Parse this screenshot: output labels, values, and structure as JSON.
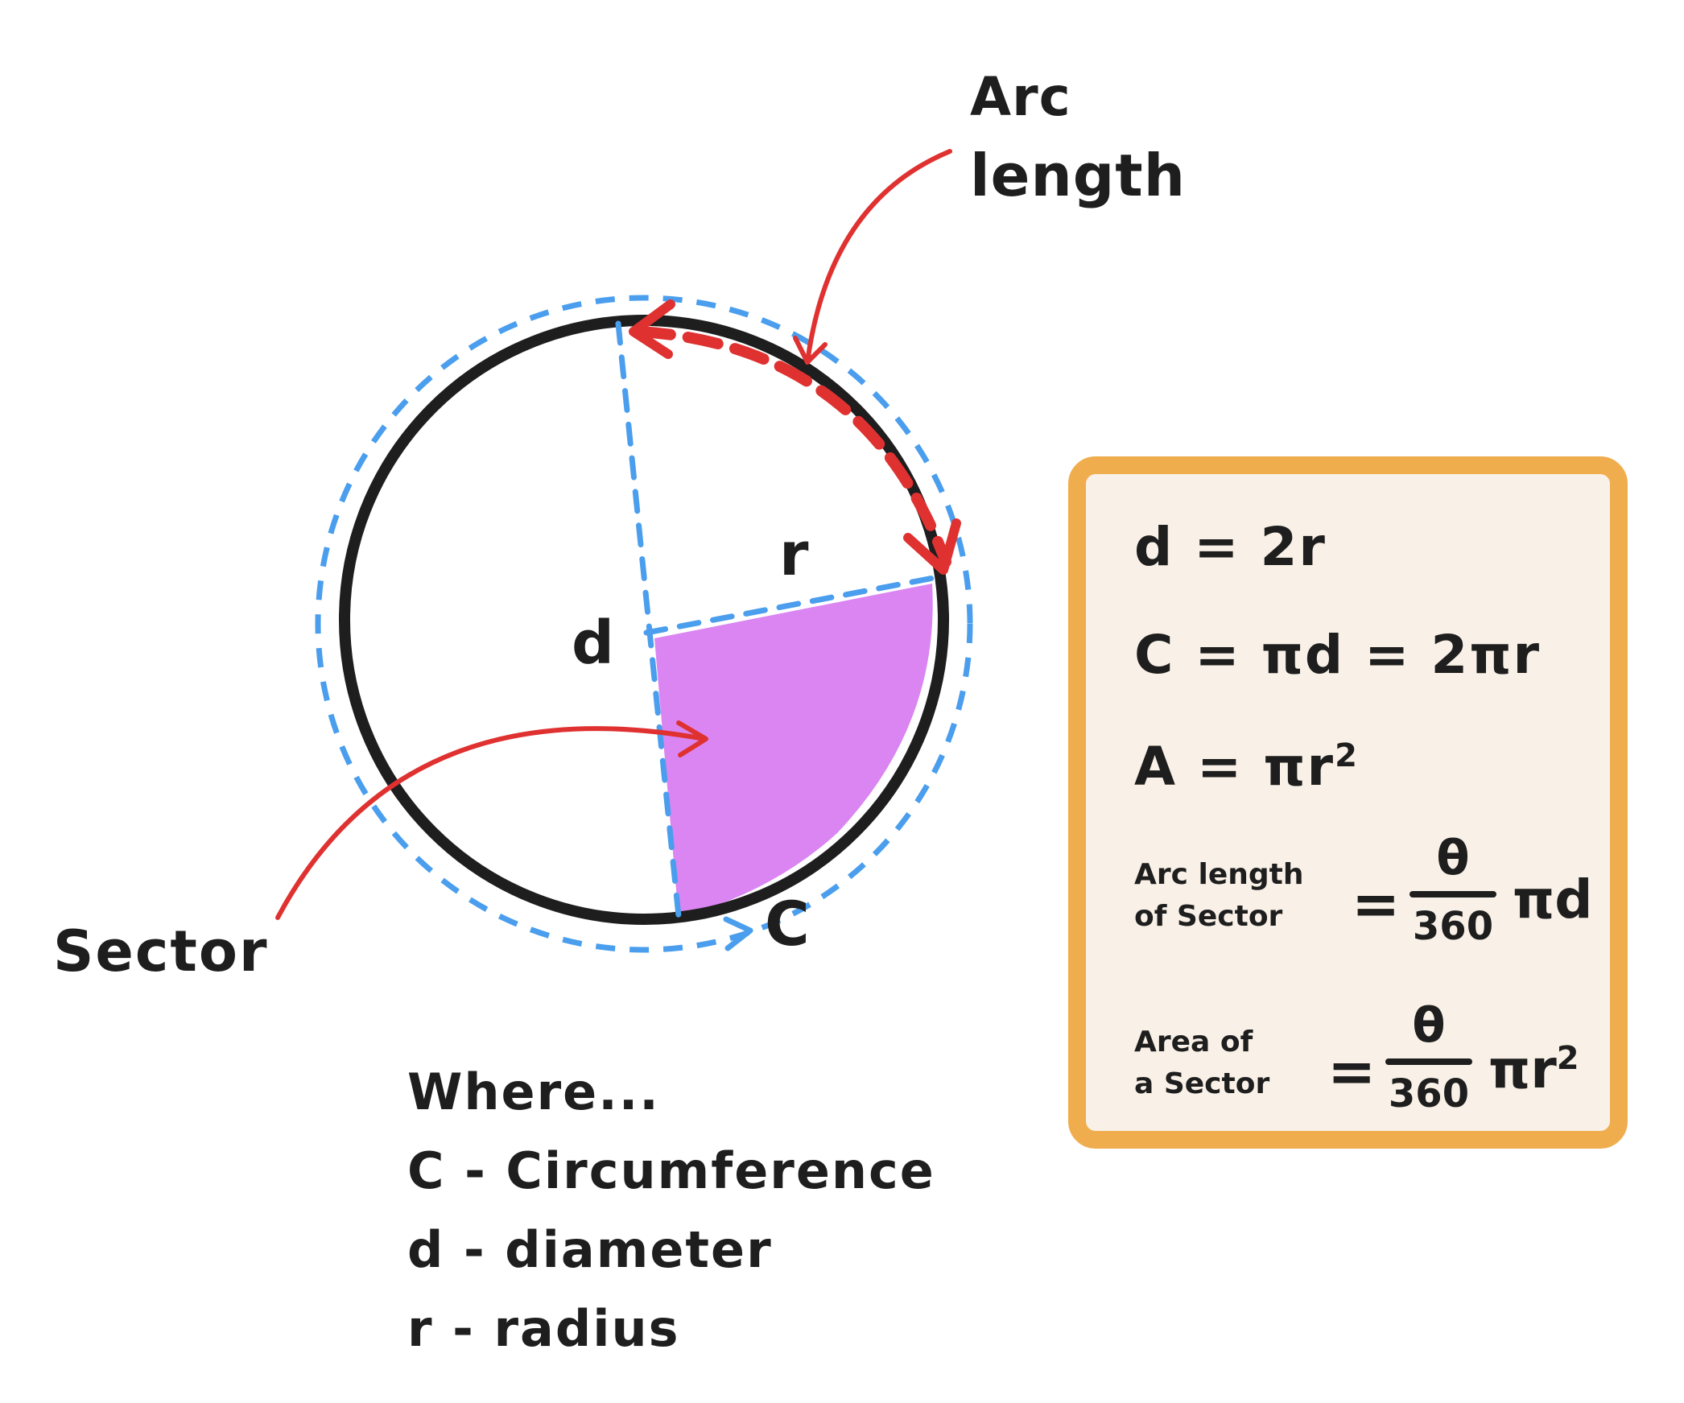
{
  "labels": {
    "arc": "Arc",
    "length": "length",
    "radius_symbol": "r",
    "diameter_symbol": "d",
    "circumference_symbol": "C",
    "sector": "Sector"
  },
  "legend": {
    "heading": "Where...",
    "items": [
      "C - Circumference",
      "d - diameter",
      "r - radius"
    ]
  },
  "formulas": {
    "diameter": "d = 2r",
    "circumference": "C = πd = 2πr",
    "area_lhs": "A = πr",
    "area_exp": "2",
    "arc_line1": "Arc length",
    "arc_line2": "of Sector",
    "equals": "=",
    "theta": "θ",
    "degrees": "360",
    "arc_rhs": "πd",
    "sector_area_line1": "Area of",
    "sector_area_line2": "a Sector",
    "sector_area_rhs": "πr",
    "sector_area_exp": "2"
  },
  "colors": {
    "ink": "#1e1e1e",
    "dashed_blue": "#4a9eed",
    "arrow_red": "#e03131",
    "sector_fill": "#da85f2",
    "box_border": "#f0ad4e",
    "box_fill": "#f9f1e7"
  }
}
